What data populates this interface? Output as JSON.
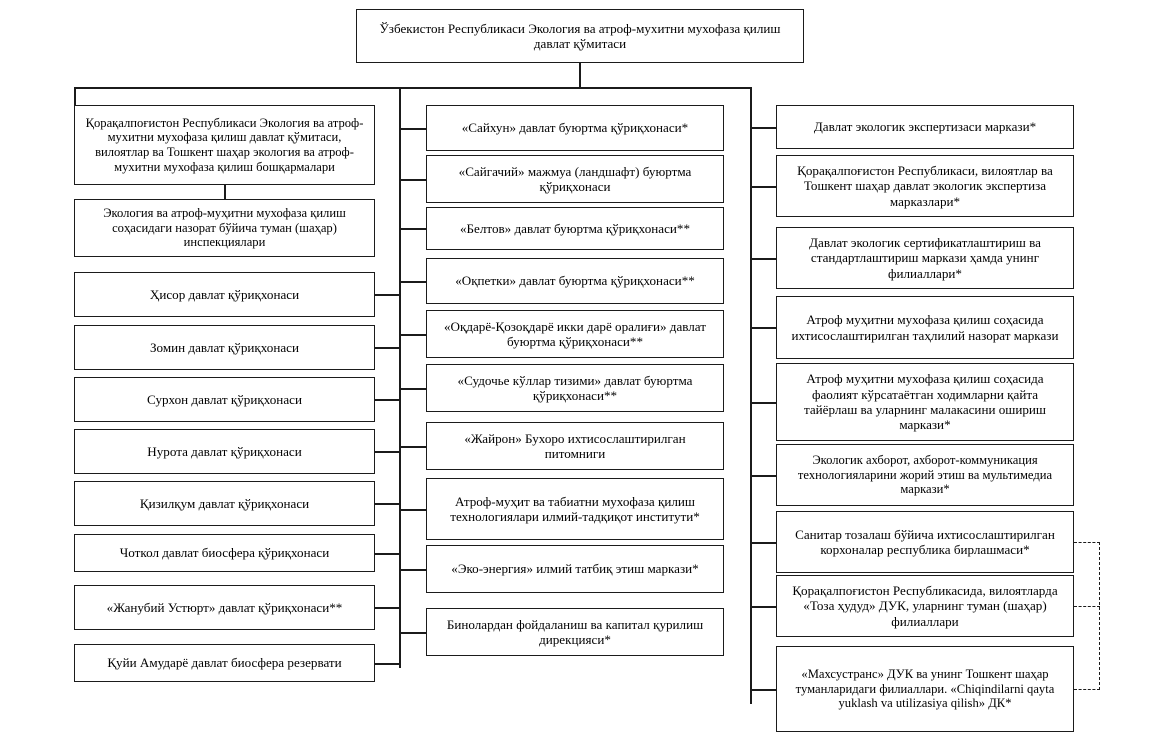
{
  "diagram": {
    "title": "Ўзбекистон Республикаси Экология ва атроф-мухитни мухофаза қилиш давлат қўмитаси",
    "type": "organizational-chart",
    "columns": {
      "left": {
        "name": "territorial-and-protected-areas",
        "boxes": [
          {
            "id": "l1",
            "text": "Қорақалпоғистон Республикаси Экология ва атроф-мухитни мухофаза қилиш давлат қўмитаси, вилоятлар ва Тошкент шаҳар экология ва атроф-мухитни мухофаза қилиш бошқармалари"
          },
          {
            "id": "l2",
            "text": "Экология ва атроф-муҳитни мухофаза қилиш соҳасидаги назорат бўйича туман (шаҳар) инспекциялари"
          },
          {
            "id": "l3",
            "text": "Ҳисор давлат қўриқхонаси"
          },
          {
            "id": "l4",
            "text": "Зомин давлат қўриқхонаси"
          },
          {
            "id": "l5",
            "text": "Сурхон давлат қўриқхонаси"
          },
          {
            "id": "l6",
            "text": "Нурота давлат қўриқхонаси"
          },
          {
            "id": "l7",
            "text": "Қизилқум давлат қўриқхонаси"
          },
          {
            "id": "l8",
            "text": "Чоткол давлат биосфера қўриқхонаси"
          },
          {
            "id": "l9",
            "text": "«Жанубий Устюрт» давлат қўриқхонаси**"
          },
          {
            "id": "l10",
            "text": "Қуйи Амударё давлат биосфера резервати"
          }
        ]
      },
      "middle": {
        "name": "reserves-institutes-centers",
        "boxes": [
          {
            "id": "m1",
            "text": "«Сайхун» давлат буюртма қўриқхонаси*"
          },
          {
            "id": "m2",
            "text": "«Сайгачий» мажмуа (ландшафт) буюртма қўриқхонаси"
          },
          {
            "id": "m3",
            "text": "«Белтов» давлат буюртма қўриқхонаси**"
          },
          {
            "id": "m4",
            "text": "«Оқпетки» давлат буюртма қўриқхонаси**"
          },
          {
            "id": "m5",
            "text": "«Оқдарё-Қозоқдарё икки дарё оралиғи» давлат буюртма қўриқхонаси**"
          },
          {
            "id": "m6",
            "text": "«Судочье кўллар тизими» давлат буюртма қўриқхонаси**"
          },
          {
            "id": "m7",
            "text": "«Жайрон» Бухоро ихтисослаштирилган питомниги"
          },
          {
            "id": "m8",
            "text": "Атроф-муҳит ва табиатни мухофаза қилиш технологиялари илмий-тадқиқот институти*"
          },
          {
            "id": "m9",
            "text": "«Эко-энергия» илмий татбиқ этиш маркази*"
          },
          {
            "id": "m10",
            "text": "Бинолардан фойдаланиш ва капитал қурилиш дирекцияси*"
          }
        ]
      },
      "right": {
        "name": "expertise-and-service-organizations",
        "boxes": [
          {
            "id": "r1",
            "text": "Давлат экологик экспертизаси маркази*"
          },
          {
            "id": "r2",
            "text": "Қорақалпоғистон Республикаси, вилоятлар ва Тошкент шаҳар давлат экологик экспертиза марказлари*"
          },
          {
            "id": "r3",
            "text": "Давлат экологик сертификатлаштириш ва стандартлаштириш маркази ҳамда унинг филиаллари*"
          },
          {
            "id": "r4",
            "text": "Атроф муҳитни мухофаза қилиш соҳасида ихтисослаштирилган таҳлилий назорат маркази"
          },
          {
            "id": "r5",
            "text": "Атроф муҳитни мухофаза қилиш соҳасида фаолият кўрсатаётган ходимларни қайта тайёрлаш ва уларнинг малакасини ошириш маркази*"
          },
          {
            "id": "r6",
            "text": "Экологик ахборот, ахборот-коммуникация технологияларини жорий этиш ва мультимедиа маркази*"
          },
          {
            "id": "r7",
            "text": "Санитар тозалаш бўйича ихтисослаштирилган корхоналар республика бирлашмаси*"
          },
          {
            "id": "r8",
            "text": "Қорақалпоғистон Республикасида, вилоятларда «Тоза ҳудуд» ДУК, уларнинг туман (шаҳар) филиаллари"
          },
          {
            "id": "r9",
            "text": "«Махсустранс» ДУК ва унинг Тошкент шаҳар туманларидаги филиаллари. «Chiqindilarni qayta yuklash va utilizasiya qilish» ДК*"
          }
        ]
      }
    },
    "colors": {
      "line": "#1b1b1b",
      "box_border": "#1b1b1b",
      "background": "#ffffff",
      "text": "#000000"
    }
  }
}
